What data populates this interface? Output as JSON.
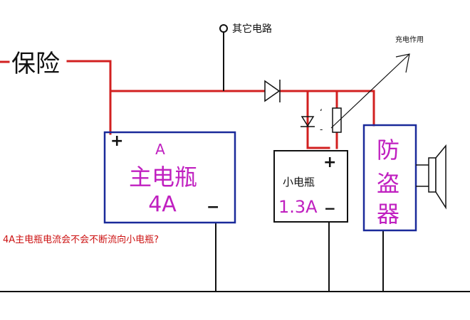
{
  "labels": {
    "fuse": "保险",
    "other_circuit": "其它电路",
    "charging_function": "充电作用",
    "main_battery_letter": "A",
    "main_battery_name": "主电瓶",
    "main_battery_rating": "4A",
    "small_battery_name": "小电瓶",
    "small_battery_rating": "1.3A",
    "anti_theft_1": "防",
    "anti_theft_2": "盗",
    "anti_theft_3": "器",
    "plus": "+",
    "minus": "−",
    "question": "4A主电瓶电流会不会不断流向小电瓶?"
  },
  "colors": {
    "red_wire": "#d22020",
    "black_wire": "#111111",
    "box_border": "#1a2a9a",
    "magenta_text": "#c020c0",
    "question_text": "#cc1111"
  }
}
